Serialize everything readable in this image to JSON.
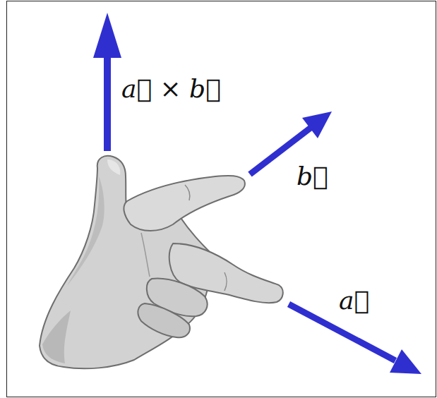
{
  "diagram": {
    "labels": [
      "a⃗ × b⃗",
      "b⃗",
      "a⃗"
    ]
  }
}
